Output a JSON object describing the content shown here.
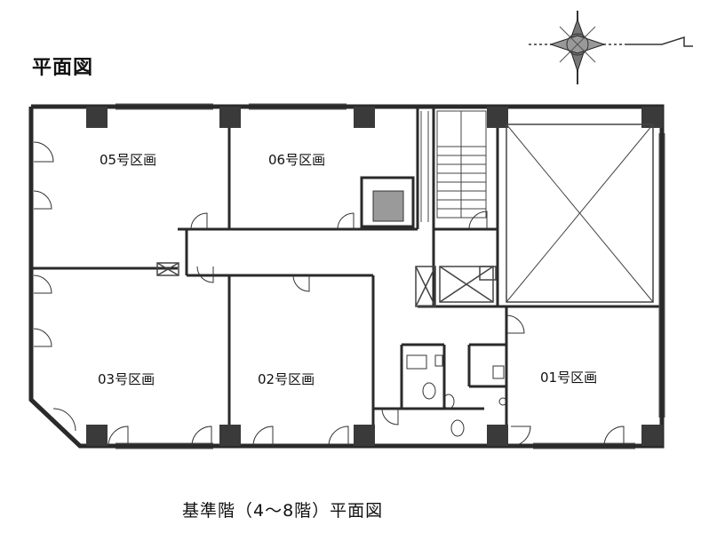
{
  "title": "平面図",
  "caption": "基準階（4〜8階）平面図",
  "units": {
    "u05": "05号区画",
    "u06": "06号区画",
    "u03": "03号区画",
    "u02": "02号区画",
    "u01": "01号区画"
  },
  "icons": {
    "compass": "north-arrow-compass"
  }
}
